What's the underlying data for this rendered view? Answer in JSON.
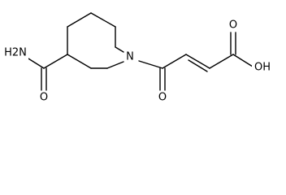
{
  "molecule": {
    "atom_labels": {
      "amide_nh2": "H2N",
      "amide_o": "O",
      "ring_n": "N",
      "ketone_o": "O",
      "acid_o": "O",
      "acid_oh": "OH"
    }
  }
}
